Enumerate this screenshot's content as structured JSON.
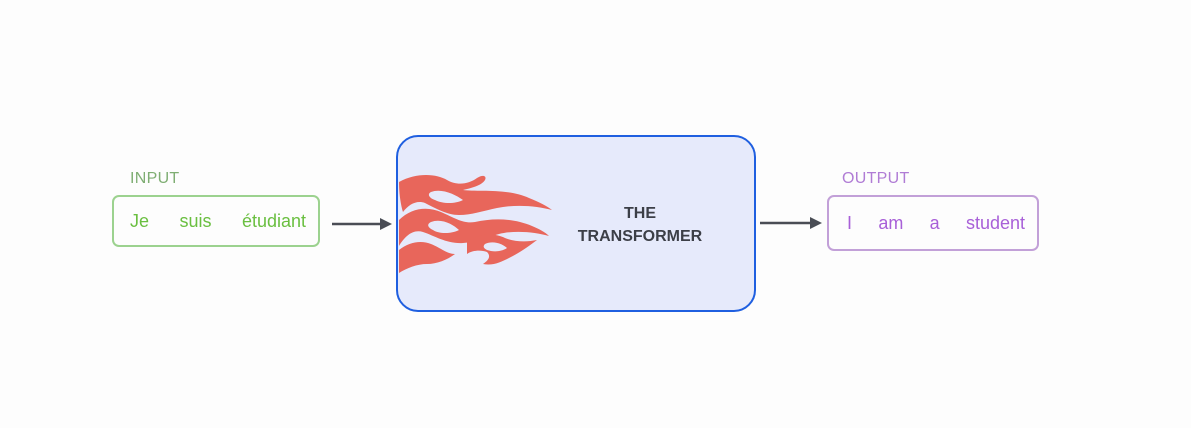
{
  "input": {
    "label": "INPUT",
    "words": [
      "Je",
      "suis",
      "étudiant"
    ]
  },
  "model": {
    "title_line1": "THE",
    "title_line2": "TRANSFORMER"
  },
  "output": {
    "label": "OUTPUT",
    "words": [
      "I",
      "am",
      "a",
      "student"
    ]
  },
  "colors": {
    "input_text": "#6abf40",
    "input_border": "#9cd28f",
    "output_text": "#a860d8",
    "output_border": "#c2a0d8",
    "transformer_border": "#1f5fe0",
    "transformer_fill": "#e6eafb",
    "flame": "#e8665b",
    "arrow": "#4a4d55"
  },
  "icons": {
    "flames": "flame-decal-icon",
    "arrows": "arrow-right-icon"
  }
}
